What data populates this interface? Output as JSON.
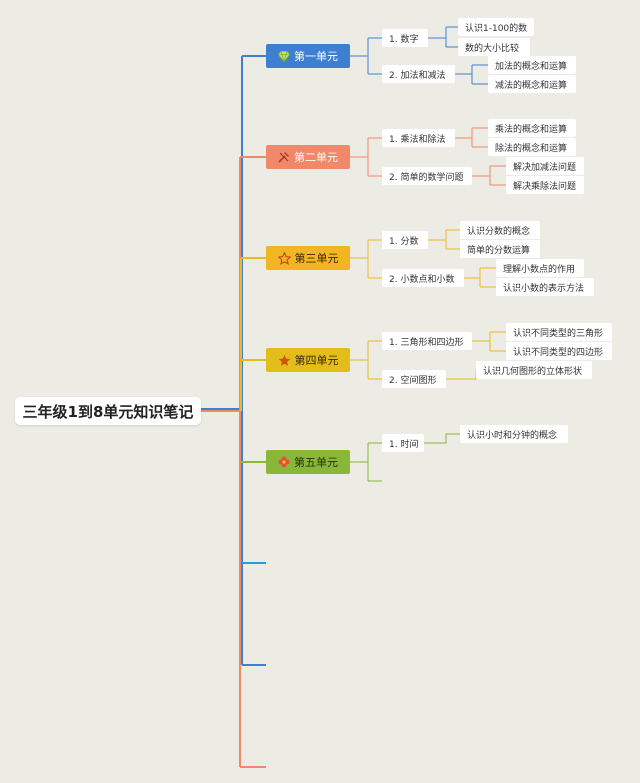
{
  "root": {
    "title": "三年级1到8单元知识笔记"
  },
  "colors": {
    "unit1": "#3f7fd1",
    "unit2": "#f0886a",
    "unit3": "#f3b623",
    "unit4": "#e3bd1a",
    "unit5": "#8ab63a"
  },
  "units": [
    {
      "title": "第一单元",
      "icon": "diamond-icon",
      "topics": [
        {
          "label": "1. 数字",
          "items": [
            "认识1-100的数",
            "数的大小比较"
          ]
        },
        {
          "label": "2. 加法和减法",
          "items": [
            "加法的概念和运算",
            "减法的概念和运算"
          ]
        }
      ]
    },
    {
      "title": "第二单元",
      "icon": "tools-icon",
      "topics": [
        {
          "label": "1. 乘法和除法",
          "items": [
            "乘法的概念和运算",
            "除法的概念和运算"
          ]
        },
        {
          "label": "2. 简单的数学问题",
          "items": [
            "解决加减法问题",
            "解决乘除法问题"
          ]
        }
      ]
    },
    {
      "title": "第三单元",
      "icon": "star-outline-icon",
      "topics": [
        {
          "label": "1. 分数",
          "items": [
            "认识分数的概念",
            "简单的分数运算"
          ]
        },
        {
          "label": "2. 小数点和小数",
          "items": [
            "理解小数点的作用",
            "认识小数的表示方法"
          ]
        }
      ]
    },
    {
      "title": "第四单元",
      "icon": "star-filled-icon",
      "topics": [
        {
          "label": "1. 三角形和四边形",
          "items": [
            "认识不同类型的三角形",
            "认识不同类型的四边形"
          ]
        },
        {
          "label": "2. 空间图形",
          "items": [
            "认识几何图形的立体形状"
          ]
        }
      ]
    },
    {
      "title": "第五单元",
      "icon": "flower-icon",
      "topics": [
        {
          "label": "1. 时间",
          "items": [
            "认识小时和分钟的概念"
          ]
        }
      ]
    }
  ]
}
